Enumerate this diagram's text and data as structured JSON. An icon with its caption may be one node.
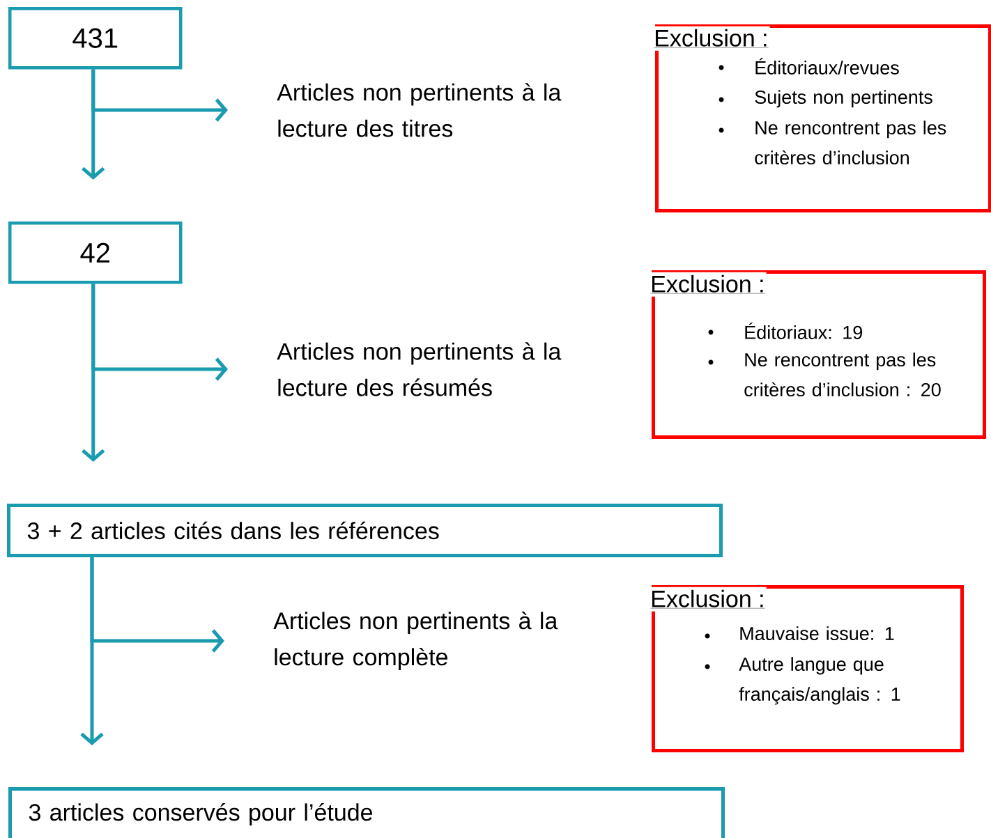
{
  "diagram": {
    "nodes": [
      {
        "text": [
          "431"
        ]
      },
      {
        "text": [
          "Articles non pertinents à la lecture des titres"
        ]
      },
      {
        "text": [
          "Exclusion :",
          "Éditoriaux/revues",
          "Sujets non pertinents",
          "Ne rencontrent pas les critères d’inclusion"
        ]
      },
      {
        "text": [
          "42"
        ]
      },
      {
        "text": [
          "Articles non pertinents à la lecture des résumés"
        ]
      },
      {
        "text": [
          "Exclusion :",
          "Éditoriaux: 19",
          "Ne rencontrent pas les critères d’inclusion : 20"
        ]
      },
      {
        "text": [
          "3 + 2 articles cités dans les références"
        ]
      },
      {
        "text": [
          "Articles non pertinents à la lecture complète"
        ]
      },
      {
        "text": [
          "Exclusion :",
          "Mauvaise issue: 1",
          "Autre langue que français/anglais : 1"
        ]
      },
      {
        "text": [
          "3 articles conservés pour l’étude"
        ]
      }
    ],
    "edges": [
      {
        "from": 0,
        "to": 1,
        "arrow": "to"
      },
      {
        "from": 0,
        "to": 3,
        "arrow": "to"
      },
      {
        "from": 3,
        "to": 4,
        "arrow": "to"
      },
      {
        "from": 3,
        "to": 6,
        "arrow": "to"
      },
      {
        "from": 6,
        "to": 7,
        "arrow": "to"
      },
      {
        "from": 6,
        "to": 9,
        "arrow": "to"
      }
    ]
  }
}
